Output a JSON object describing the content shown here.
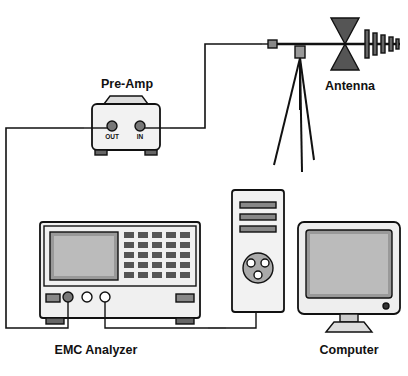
{
  "diagram": {
    "nodes": [
      {
        "text": [
          "Antenna"
        ]
      },
      {
        "text": [
          "Pre-Amp"
        ]
      },
      {
        "text": [
          "EMC Analyzer"
        ]
      },
      {
        "text": [
          "Computer"
        ]
      }
    ],
    "edges": [
      {
        "from": 0,
        "to": 1,
        "arrow": "none"
      },
      {
        "from": 1,
        "to": 2,
        "arrow": "none"
      },
      {
        "from": 2,
        "to": 3,
        "arrow": "none"
      }
    ],
    "labels": [
      "OUT",
      "IN"
    ]
  }
}
